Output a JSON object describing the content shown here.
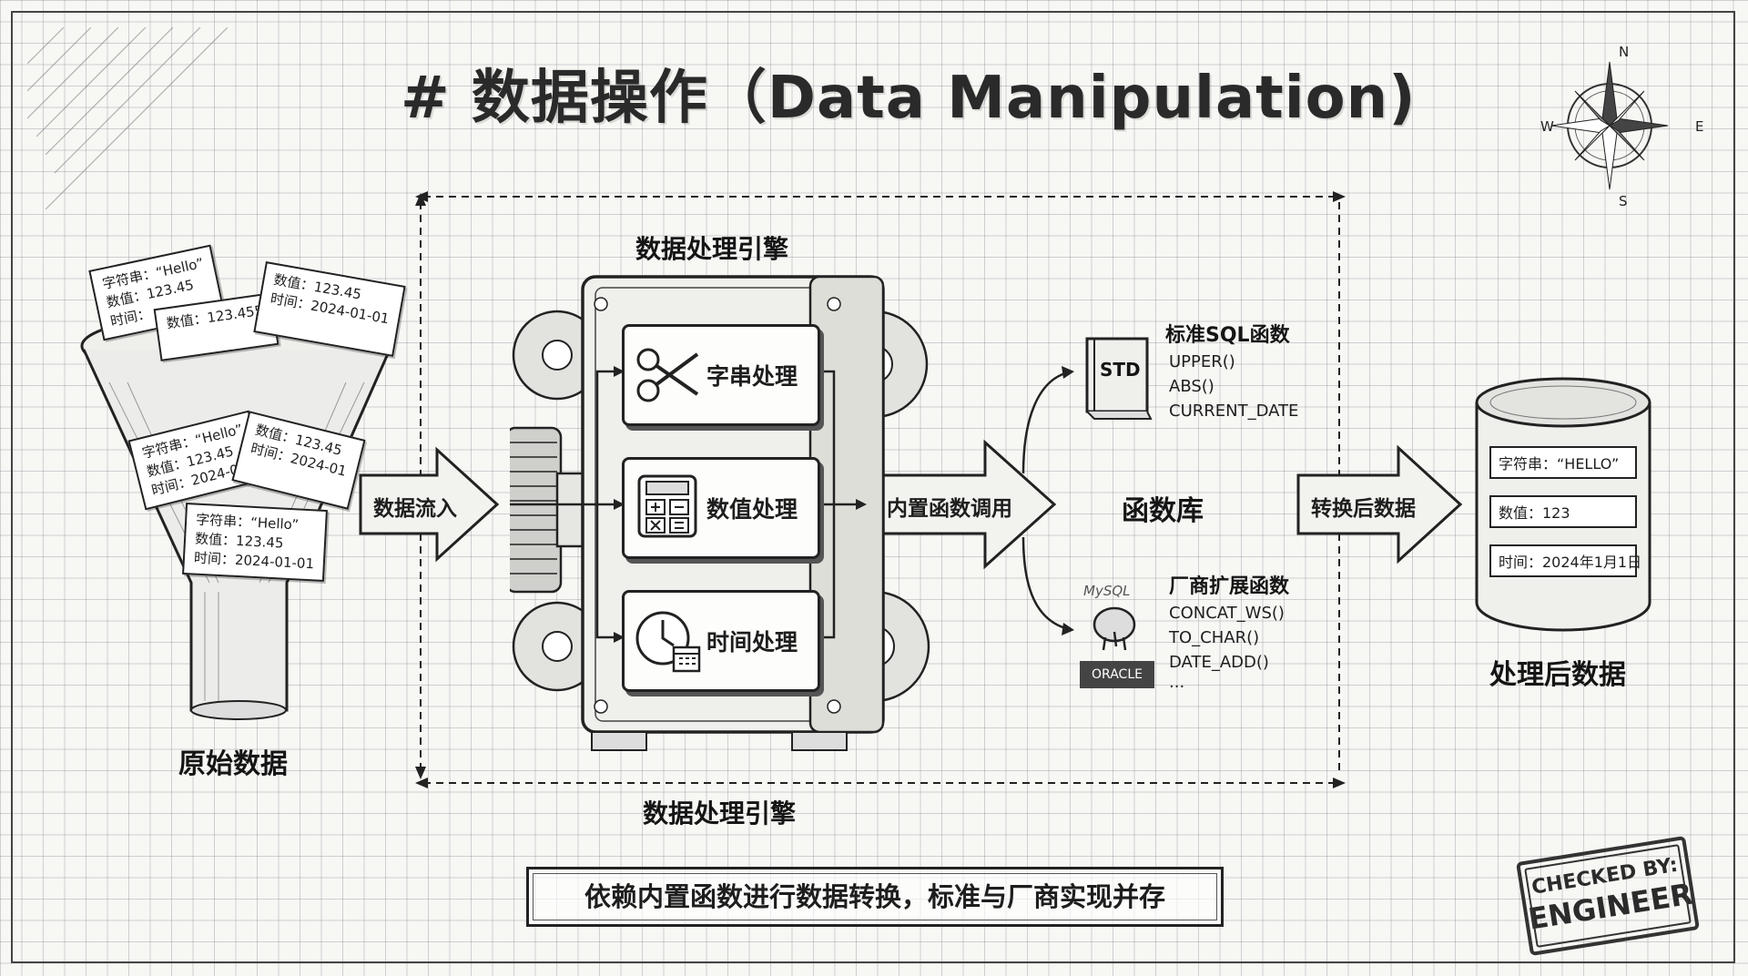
{
  "title": "# 数据操作（Data Manipulation)",
  "compass": {
    "n": "N",
    "s": "S",
    "e": "E",
    "w": "W"
  },
  "raw": {
    "label": "原始数据",
    "cards": [
      {
        "lines": [
          "字符串：“Hello”",
          "数值：123.45",
          "时间："
        ]
      },
      {
        "lines": [
          "数值：123.455"
        ]
      },
      {
        "lines": [
          "数值：123.45",
          "时间：2024-01-01"
        ]
      },
      {
        "lines": [
          "字符串：“Hello”",
          "数值：123.45",
          "时间：2024-01"
        ]
      },
      {
        "lines": [
          "数值：123.45",
          "时间：2024-01"
        ]
      },
      {
        "lines": [
          "字符串：“Hello”",
          "数值：123.45",
          "时间：2024-01-01"
        ]
      }
    ]
  },
  "flow_in": "数据流入",
  "engine": {
    "label_top": "数据处理引擎",
    "label_bottom": "数据处理引擎",
    "modules": [
      {
        "label": "字串处理",
        "icon": "scissors-icon"
      },
      {
        "label": "数值处理",
        "icon": "calculator-icon"
      },
      {
        "label": "时间处理",
        "icon": "clock-calendar-icon"
      }
    ]
  },
  "call": "内置函数调用",
  "library": {
    "label": "函数库",
    "standard": {
      "badge": "STD",
      "title": "标准SQL函数",
      "fns": [
        "UPPER()",
        "ABS()",
        "CURRENT_DATE"
      ]
    },
    "vendor": {
      "title": "厂商扩展函数",
      "fns": [
        "CONCAT_WS()",
        "TO_CHAR()",
        "DATE_ADD()",
        "..."
      ],
      "logos": [
        "MySQL",
        "ORACLE"
      ]
    }
  },
  "converted": "转换后数据",
  "output": {
    "label": "处理后数据",
    "items": [
      "字符串：“HELLO”",
      "数值：123",
      "时间：2024年1月1日"
    ]
  },
  "summary": "依赖内置函数进行数据转换，标准与厂商实现并存",
  "stamp": {
    "line1": "CHECKED BY:",
    "line2": "ENGINEER"
  }
}
